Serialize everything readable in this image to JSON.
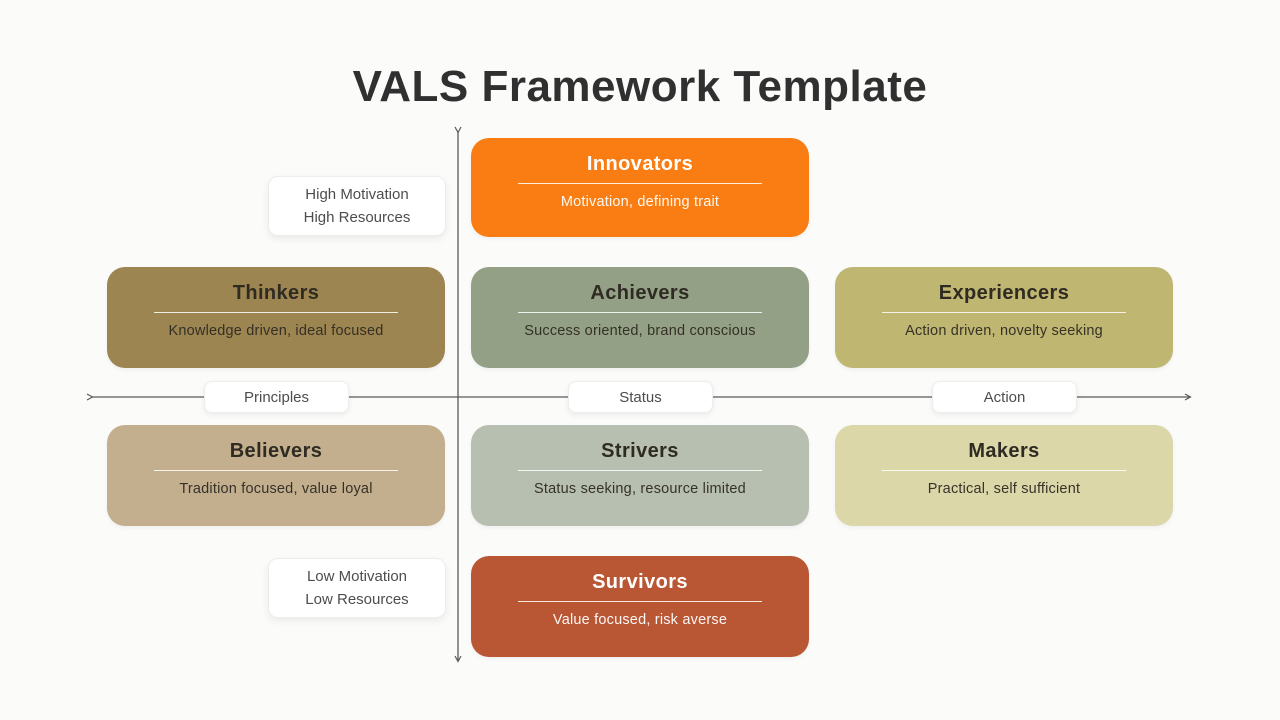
{
  "title": "VALS Framework Template",
  "axes": {
    "line_color": "#58595b",
    "horizontal_labels": {
      "left": "Principles",
      "center": "Status",
      "right": "Action"
    },
    "quadrant_notes": {
      "high": {
        "line1": "High Motivation",
        "line2": "High Resources"
      },
      "low": {
        "line1": "Low Motivation",
        "line2": "Low Resources"
      }
    }
  },
  "segments": [
    {
      "name": "Innovators",
      "description": "Motivation, defining trait",
      "bg": "#f97d12",
      "fg": "#ffffff"
    },
    {
      "name": "Thinkers",
      "description": "Knowledge driven, ideal focused",
      "bg": "#9d8551",
      "fg": "#2f2b23"
    },
    {
      "name": "Achievers",
      "description": "Success oriented, brand conscious",
      "bg": "#94a085",
      "fg": "#2f2b23"
    },
    {
      "name": "Experiencers",
      "description": "Action driven, novelty seeking",
      "bg": "#bfb672",
      "fg": "#2f2b23"
    },
    {
      "name": "Believers",
      "description": "Tradition focused, value loyal",
      "bg": "#c3af8e",
      "fg": "#2f2b23"
    },
    {
      "name": "Strivers",
      "description": "Status seeking, resource limited",
      "bg": "#b7c0b0",
      "fg": "#2f2b23"
    },
    {
      "name": "Makers",
      "description": "Practical, self sufficient",
      "bg": "#dbd7a9",
      "fg": "#2f2b23"
    },
    {
      "name": "Survivors",
      "description": "Value focused, risk averse",
      "bg": "#b95634",
      "fg": "#ffffff"
    }
  ]
}
